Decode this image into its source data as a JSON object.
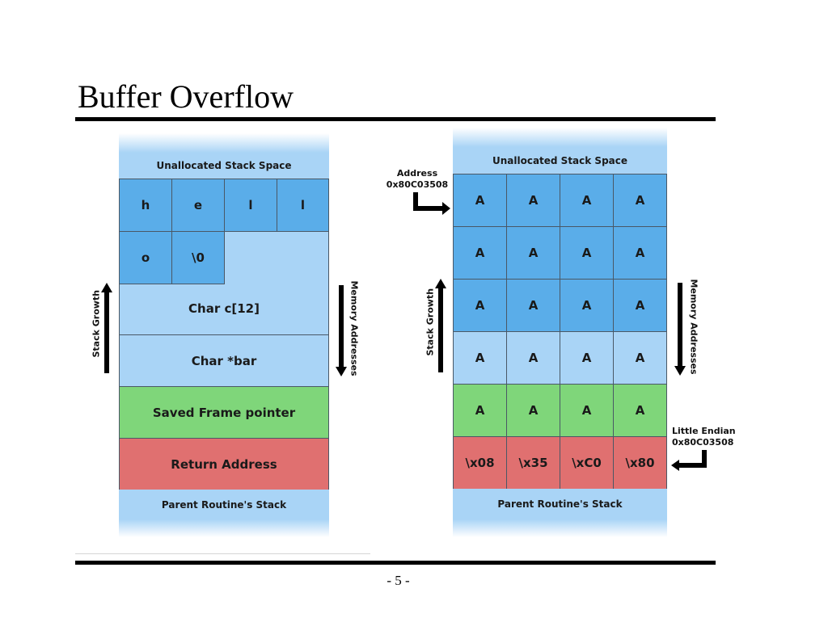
{
  "slide": {
    "title": "Buffer Overflow",
    "page_number": "- 5 -"
  },
  "left_stack": {
    "unallocated": "Unallocated Stack Space",
    "row1": [
      "h",
      "e",
      "l",
      "l"
    ],
    "row2": [
      "o",
      "\\0"
    ],
    "char_c": "Char c[12]",
    "char_bar": "Char *bar",
    "saved_fp": "Saved Frame pointer",
    "return_address": "Return Address",
    "parent": "Parent Routine's Stack",
    "stack_growth": "Stack Growth",
    "memory_addresses": "Memory Addresses"
  },
  "right_stack": {
    "unallocated": "Unallocated Stack Space",
    "rows": [
      [
        "A",
        "A",
        "A",
        "A"
      ],
      [
        "A",
        "A",
        "A",
        "A"
      ],
      [
        "A",
        "A",
        "A",
        "A"
      ],
      [
        "A",
        "A",
        "A",
        "A"
      ],
      [
        "A",
        "A",
        "A",
        "A"
      ]
    ],
    "return_bytes": [
      "\\x08",
      "\\x35",
      "\\xC0",
      "\\x80"
    ],
    "parent": "Parent Routine's Stack",
    "stack_growth": "Stack Growth",
    "memory_addresses": "Memory Addresses",
    "address_label": "Address",
    "address_value": "0x80C03508",
    "endian_label": "Little Endian",
    "endian_value": "0x80C03508"
  },
  "colors": {
    "light_blue": "#a9d4f6",
    "blue": "#5aade9",
    "green": "#7fd67a",
    "red": "#e07070"
  }
}
